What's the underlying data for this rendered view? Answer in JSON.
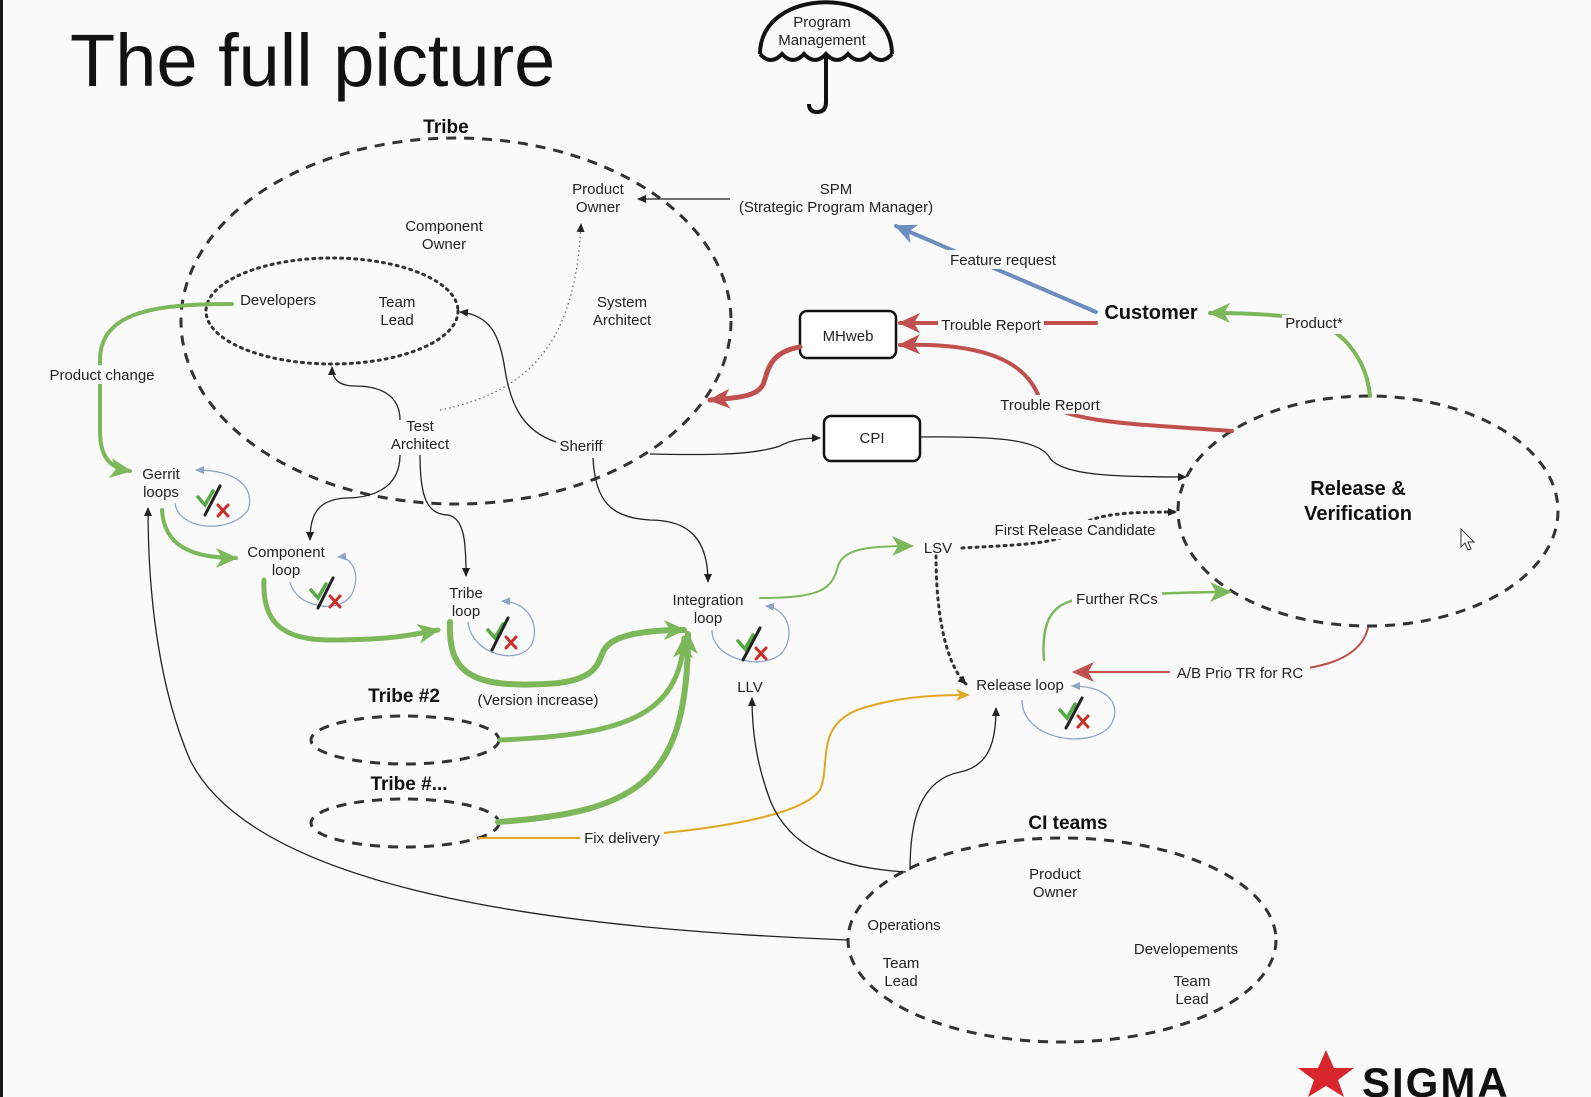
{
  "title": "The full picture",
  "umbrella": {
    "line1": "Program",
    "line2": "Management"
  },
  "tribe": {
    "heading": "Tribe",
    "product_owner": [
      "Product",
      "Owner"
    ],
    "component_owner": [
      "Component",
      "Owner"
    ],
    "developers": "Developers",
    "team_lead": [
      "Team",
      "Lead"
    ],
    "system_architect": [
      "System",
      "Architect"
    ],
    "test_architect": [
      "Test",
      "Architect"
    ],
    "sheriff": "Sheriff"
  },
  "spm": [
    "SPM",
    "(Strategic Program Manager)"
  ],
  "feature_request": "Feature request",
  "customer": "Customer",
  "mhweb": "MHweb",
  "trouble_report_1": "Trouble Report",
  "trouble_report_2": "Trouble Report",
  "product_star": "Product*",
  "cpi": "CPI",
  "release_verification": [
    "Release &",
    "Verification"
  ],
  "product_change": "Product change",
  "gerrit_loops": [
    "Gerrit",
    "loops"
  ],
  "component_loop": [
    "Component",
    "loop"
  ],
  "tribe_loop": [
    "Tribe",
    "loop"
  ],
  "integration_loop": [
    "Integration",
    "loop"
  ],
  "llv": "LLV",
  "lsv": "LSV",
  "first_release_candidate": "First Release Candidate",
  "further_rcs": "Further RCs",
  "ab_prio": "A/B Prio TR for RC",
  "release_loop": "Release loop",
  "version_increase": "(Version increase)",
  "tribe2": "Tribe #2",
  "tribe_more": "Tribe #...",
  "fix_delivery": "Fix delivery",
  "ci_teams": {
    "heading": "CI teams",
    "product_owner": [
      "Product",
      "Owner"
    ],
    "operations": "Operations",
    "team_lead_left": [
      "Team",
      "Lead"
    ],
    "developments": "Developements",
    "team_lead_right": [
      "Team",
      "Lead"
    ]
  },
  "logo_text": "SIGMA",
  "colors": {
    "green": "#7cb85a",
    "red": "#c0504d",
    "blue": "#6c8ebf",
    "gold": "#e1a722",
    "logo_red": "#d9262c"
  }
}
